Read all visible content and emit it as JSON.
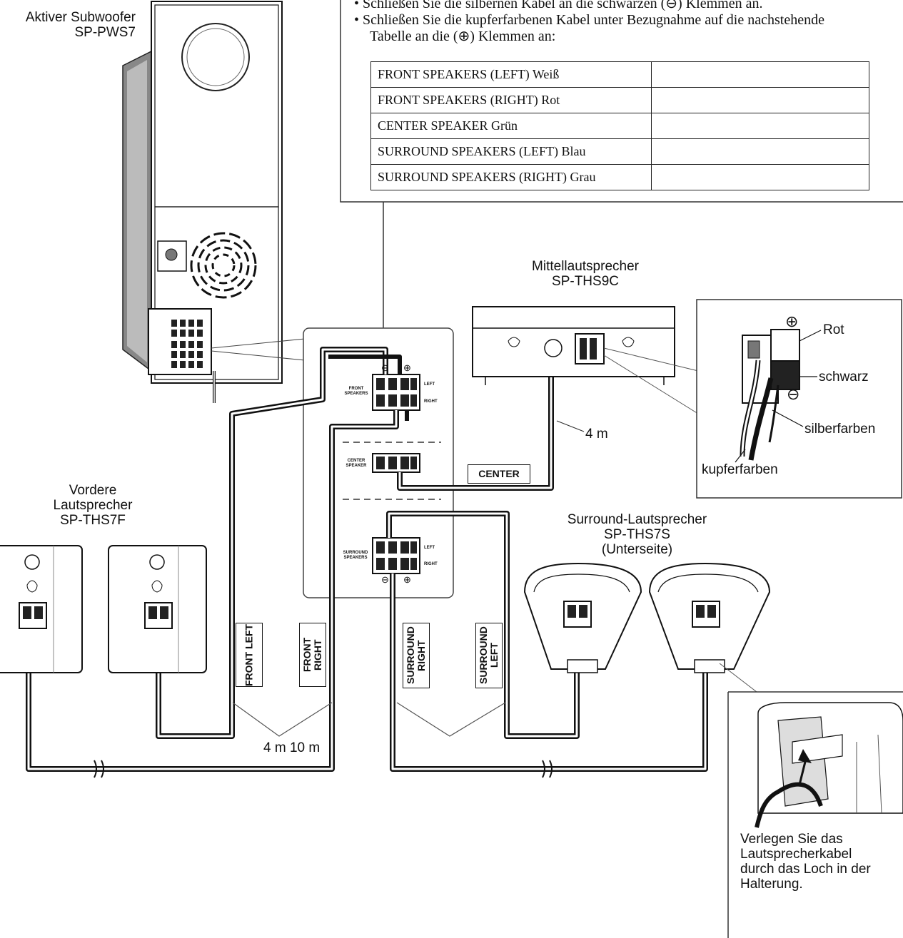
{
  "subwoofer": {
    "line1": "Aktiver Subwoofer",
    "line2": "SP-PWS7"
  },
  "instructions": {
    "line1": "•  Schließen Sie die silbernen Kabel an die schwarzen (⊖) Klemmen an.",
    "line2": "• Schließen Sie die kupferfarbenen Kabel unter Bezugnahme auf die nachstehende",
    "line3": "Tabelle an die (⊕) Klemmen an:"
  },
  "color_table": {
    "rows": [
      {
        "speaker": "FRONT SPEAKERS (LEFT) Weiß",
        "value": ""
      },
      {
        "speaker": "FRONT SPEAKERS (RIGHT) Rot",
        "value": ""
      },
      {
        "speaker": "CENTER SPEAKER Grün",
        "value": ""
      },
      {
        "speaker": "SURROUND SPEAKERS (LEFT) Blau",
        "value": ""
      },
      {
        "speaker": "SURROUND SPEAKERS (RIGHT) Grau",
        "value": ""
      }
    ]
  },
  "terminal_panel": {
    "front": {
      "line1": "FRONT",
      "line2": "SPEAKERS"
    },
    "center": {
      "line1": "CENTER",
      "line2": "SPEAKER"
    },
    "surround": {
      "line1": "SURROUND",
      "line2": "SPEAKERS"
    },
    "left": "LEFT",
    "right": "RIGHT",
    "minus": "⊖",
    "plus": "⊕"
  },
  "center_speaker": {
    "line1": "Mittellautsprecher",
    "line2": "SP-THS9C"
  },
  "terminal_detail": {
    "rot": "Rot",
    "schwarz": "schwarz",
    "silberfarben": "silberfarben",
    "kupferfarben": "kupferfarben",
    "plus": "⊕",
    "minus": "⊖"
  },
  "cable_center_length": "4 m",
  "cable_tags": {
    "center": "CENTER",
    "front_left": "FRONT LEFT",
    "front_right": "FRONT RIGHT",
    "surround_right": "SURROUND RIGHT",
    "surround_left": "SURROUND LEFT"
  },
  "front_speakers": {
    "line1": "Vordere",
    "line2": "Lautsprecher",
    "line3": "SP-THS7F"
  },
  "surround_speakers": {
    "line1": "Surround-Lautsprecher",
    "line2": "SP-THS7S",
    "line3": "(Unterseite)"
  },
  "cable_front_lengths": "4 m 10 m",
  "routing_note": {
    "line1": "Verlegen Sie das",
    "line2": "Lautsprecherkabel",
    "line3": "durch das Loch in der",
    "line4": "Halterung."
  }
}
